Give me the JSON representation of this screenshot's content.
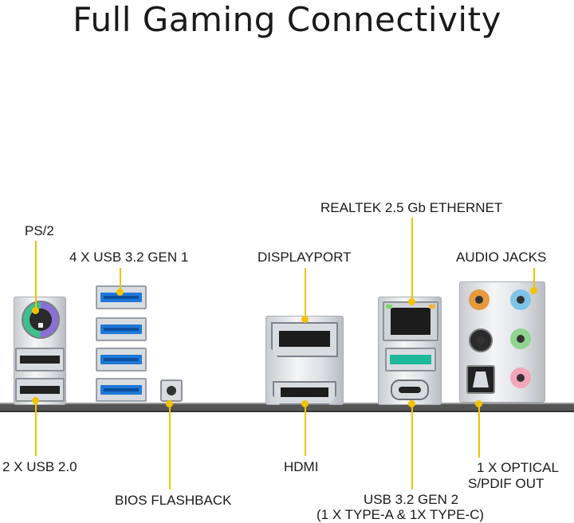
{
  "title": "Full Gaming Connectivity",
  "labels": {
    "ps2": "PS/2",
    "usb32gen1": "4 X USB 3.2 GEN 1",
    "displayport": "DISPLAYPORT",
    "ethernet": "REALTEK 2.5 Gb ETHERNET",
    "audio": "AUDIO JACKS",
    "usb20": "2 X USB 2.0",
    "bios": "BIOS FLASHBACK",
    "hdmi": "HDMI",
    "usb32gen2_line1": "USB 3.2 GEN 2",
    "usb32gen2_line2": "(1 X TYPE-A & 1X TYPE-C)",
    "optical_line1": "1 X OPTICAL",
    "optical_line2": "S/PDIF OUT"
  },
  "colors": {
    "accent_line": "#f2c300",
    "usb3_blue": "#1e78d6",
    "usb_gen2_teal": "#1fb89a",
    "jack_orange": "#e59a3c",
    "jack_blue": "#7fc4e8",
    "jack_black": "#2b2b2b",
    "jack_green": "#8fd48f",
    "jack_pink": "#f2a6b8",
    "ps2_green": "#3fbf8f",
    "ps2_purple": "#8b6fd6"
  },
  "icons": {
    "ps2": "ps2-port-icon",
    "usb3": "usb-a-port-icon",
    "usb2": "usb-a-port-icon",
    "bios": "push-button-icon",
    "displayport": "displayport-icon",
    "hdmi": "hdmi-port-icon",
    "ethernet": "rj45-port-icon",
    "usbc": "usb-c-port-icon",
    "audio": "audio-jack-icon",
    "optical": "optical-spdif-icon"
  }
}
